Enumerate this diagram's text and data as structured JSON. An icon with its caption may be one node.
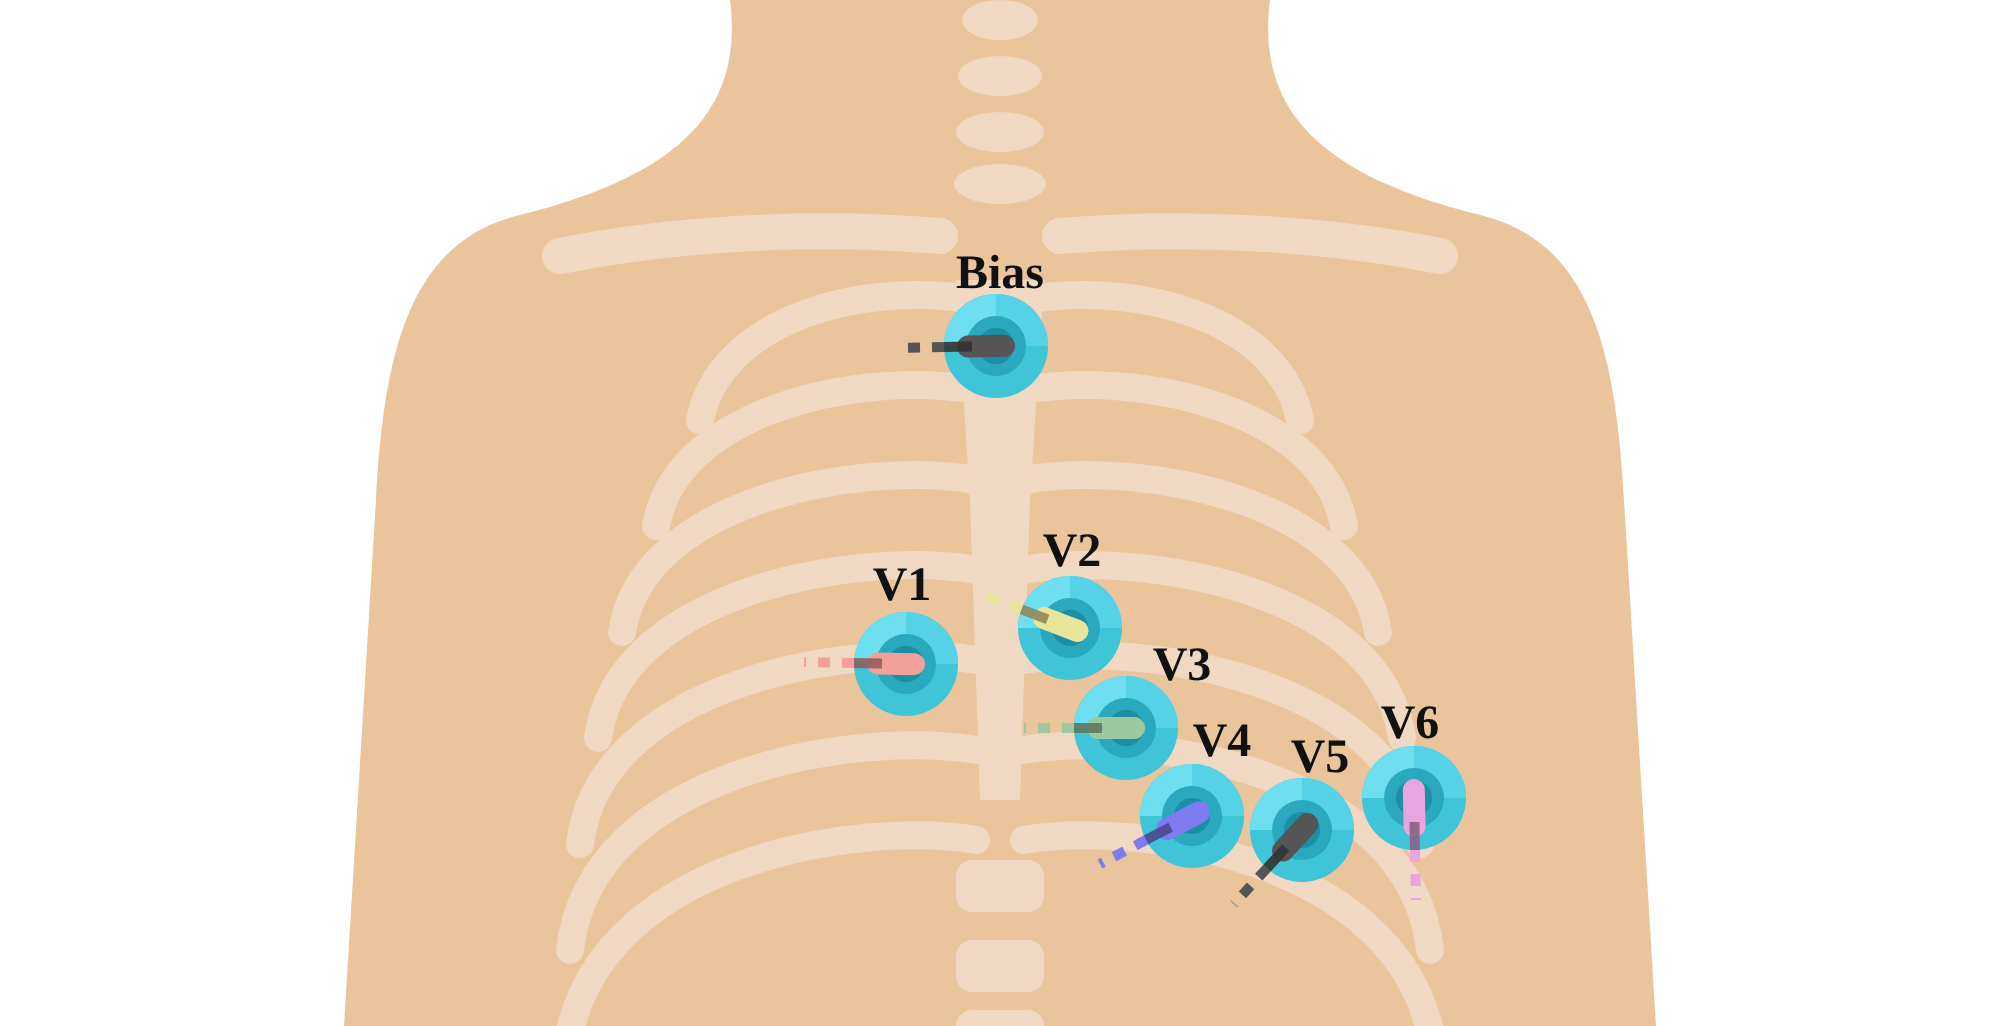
{
  "diagram": {
    "nodes": [
      {
        "text": [
          "Bias"
        ]
      },
      {
        "text": [
          "V1"
        ]
      },
      {
        "text": [
          "V2"
        ]
      },
      {
        "text": [
          "V3"
        ]
      },
      {
        "text": [
          "V4"
        ]
      },
      {
        "text": [
          "V5"
        ]
      },
      {
        "text": [
          "V6"
        ]
      }
    ],
    "edges": [
      {
        "from": 0,
        "to": null,
        "arrow": "none",
        "style": "dashed",
        "color": "#555555"
      },
      {
        "from": 1,
        "to": null,
        "arrow": "none",
        "style": "dashed",
        "color": "#f4a09a"
      },
      {
        "from": 2,
        "to": null,
        "arrow": "none",
        "style": "dashed",
        "color": "#e8e59a"
      },
      {
        "from": 3,
        "to": null,
        "arrow": "none",
        "style": "dashed",
        "color": "#9cc9a0"
      },
      {
        "from": 4,
        "to": null,
        "arrow": "none",
        "style": "dashed",
        "color": "#7f7af0"
      },
      {
        "from": 5,
        "to": null,
        "arrow": "none",
        "style": "dashed",
        "color": "#555555"
      },
      {
        "from": 6,
        "to": null,
        "arrow": "none",
        "style": "dashed",
        "color": "#e8a5e0"
      }
    ]
  }
}
